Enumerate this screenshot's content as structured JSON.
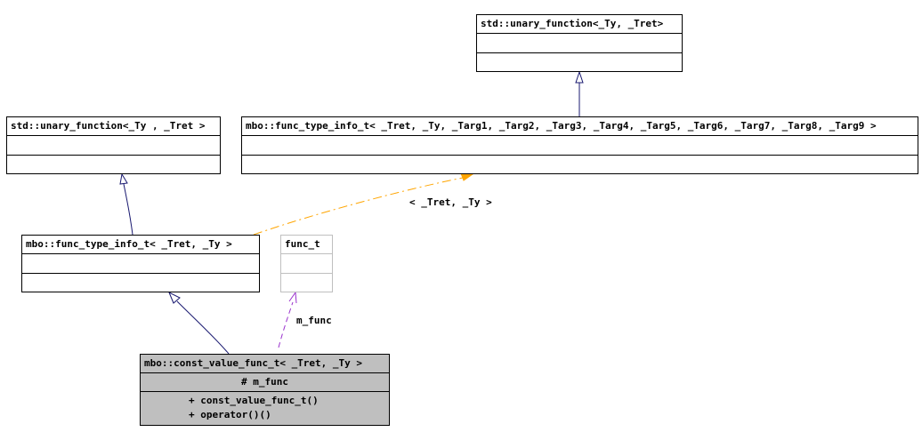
{
  "classes": {
    "unary_function_top": {
      "title": "std::unary_function<_Ty, _Tret>"
    },
    "unary_function_left": {
      "title": "std::unary_function<_Ty , _Tret >"
    },
    "func_type_info_full": {
      "title": "mbo::func_type_info_t< _Tret, _Ty, _Targ1, _Targ2, _Targ3, _Targ4, _Targ5, _Targ6, _Targ7, _Targ8, _Targ9 >"
    },
    "func_type_info_short": {
      "title": "mbo::func_type_info_t< _Tret, _Ty >"
    },
    "func_t": {
      "title": "func_t"
    },
    "const_value_func": {
      "title": "mbo::const_value_func_t< _Tret, _Ty >",
      "attributes": [
        "# m_func"
      ],
      "operations": [
        "+ const_value_func_t()",
        "+ operator()()"
      ]
    }
  },
  "edge_labels": {
    "template_args": "< _Tret, _Ty >",
    "member": "m_func"
  },
  "colors": {
    "inheritance": "#191970",
    "template_instance": "#ffa500",
    "usage": "#9a32cd",
    "focus_fill": "#bfbfbf",
    "external_border": "#bfbfbf"
  }
}
